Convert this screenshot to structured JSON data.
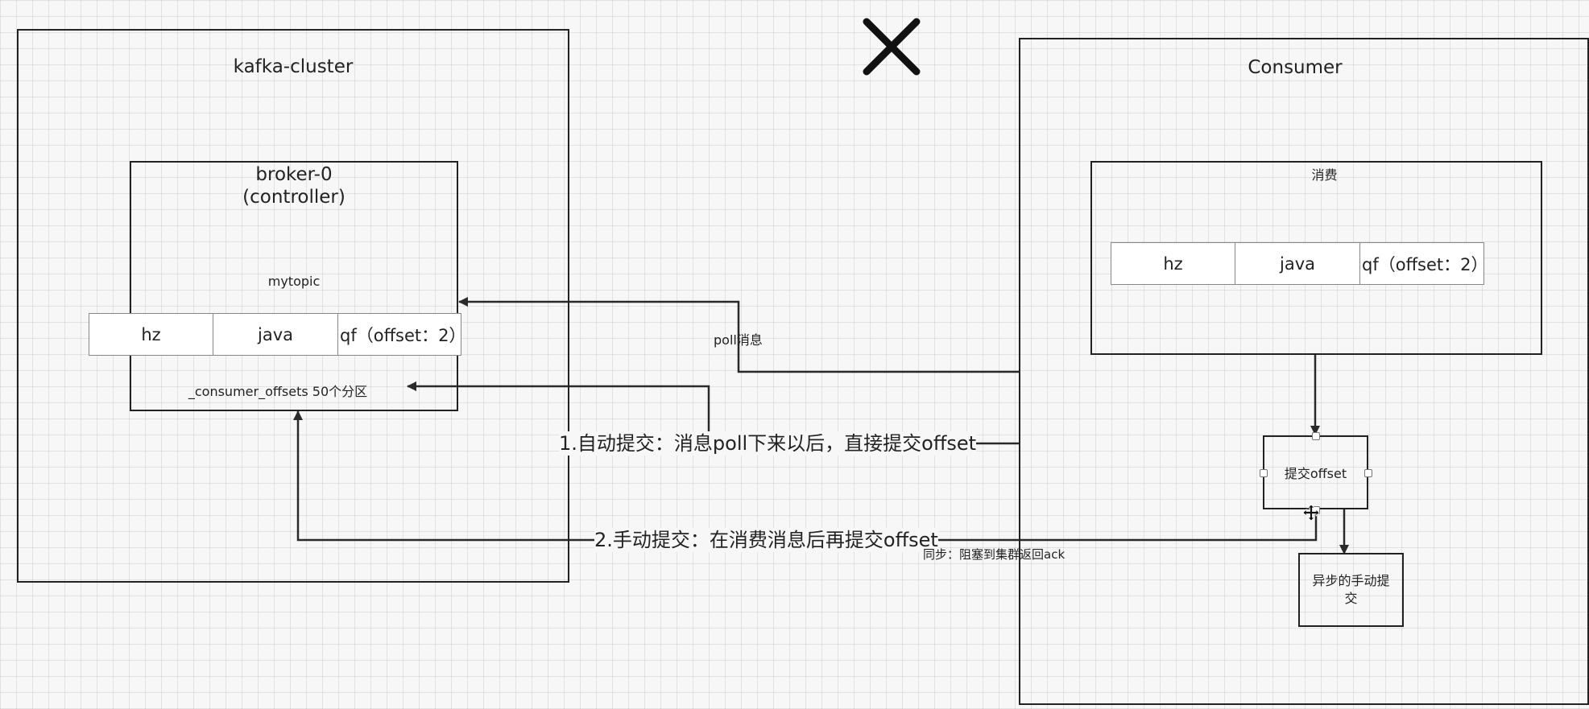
{
  "kafka_cluster": {
    "title": "kafka-cluster",
    "broker": {
      "name": "broker-0",
      "role": "(controller)",
      "topic": "mytopic",
      "partitions": [
        "hz",
        "java",
        "qf（offset：2）"
      ],
      "offsets_topic": "_consumer_offsets 50个分区"
    }
  },
  "consumer": {
    "title": "Consumer",
    "consume_box": {
      "title": "消费",
      "records": [
        "hz",
        "java",
        "qf（offset：2）"
      ]
    },
    "commit_box": {
      "label": "提交offset"
    },
    "async_box": {
      "label": "异步的手动提交"
    }
  },
  "edges": {
    "poll_label": "poll消息",
    "auto_commit_label": "1.自动提交：消息poll下来以后，直接提交offset",
    "manual_commit_label": "2.手动提交：在消费消息后再提交offset",
    "sync_label": "同步：阻塞到集群返回ack"
  },
  "colors": {
    "line": "#2a2a2a",
    "box_border": "#222222",
    "background": "#f7f7f7"
  },
  "icons": [
    "close-icon",
    "move-cursor-icon"
  ]
}
